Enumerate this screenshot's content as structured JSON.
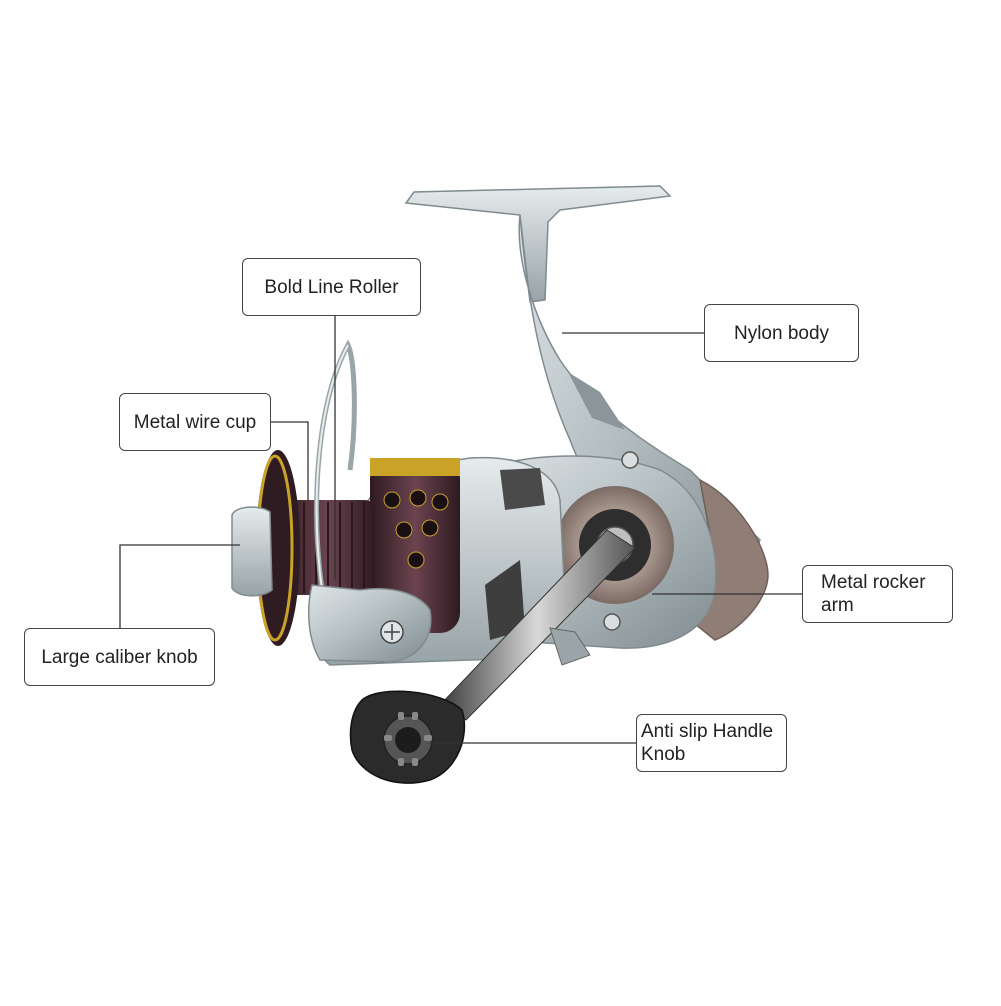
{
  "callouts": {
    "bold_line_roller": "Bold Line Roller",
    "nylon_body": "Nylon body",
    "metal_wire_cup": "Metal wire cup",
    "metal_rocker_arm": "Metal rocker arm",
    "large_caliber_knob": "Large caliber knob",
    "anti_slip_handle_knob": "Anti slip Handle Knob"
  },
  "colors": {
    "body_silver": "#b7c1c4",
    "body_dark": "#7f8b8f",
    "spool_maroon": "#4a2d35",
    "gold_trim": "#c9a227",
    "rotor_bronze": "#9c8a82",
    "knob_black": "#2b2b2b",
    "leader_line": "#333333",
    "callout_border": "#444444"
  }
}
